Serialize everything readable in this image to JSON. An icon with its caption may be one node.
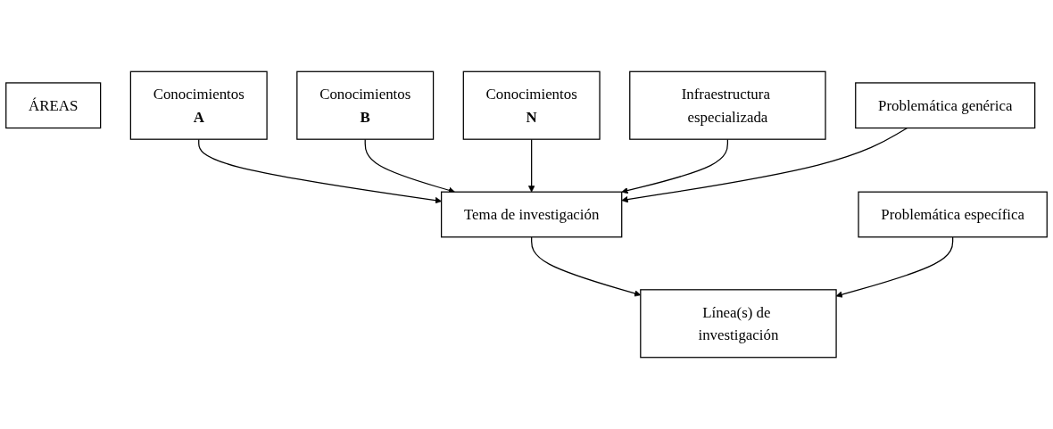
{
  "diagram": {
    "nodes": [
      {
        "text": [
          "ÁREAS"
        ]
      },
      {
        "text": [
          "Conocimientos",
          "A"
        ]
      },
      {
        "text": [
          "Conocimientos",
          "B"
        ]
      },
      {
        "text": [
          "Conocimientos",
          "N"
        ]
      },
      {
        "text": [
          "Infraestructura especializada"
        ]
      },
      {
        "text": [
          "Tema de investigación"
        ]
      },
      {
        "text": [
          "Problemática genérica"
        ]
      },
      {
        "text": [
          "Línea(s) de investigación"
        ]
      },
      {
        "text": [
          "Problemática específica"
        ]
      }
    ],
    "edges": [
      {
        "from": 1,
        "to": 5,
        "arrow": "to"
      },
      {
        "from": 2,
        "to": 5,
        "arrow": "to"
      },
      {
        "from": 3,
        "to": 5,
        "arrow": "to"
      },
      {
        "from": 4,
        "to": 5,
        "arrow": "to"
      },
      {
        "from": 6,
        "to": 5,
        "arrow": "to"
      },
      {
        "from": 5,
        "to": 7,
        "arrow": "to"
      },
      {
        "from": 8,
        "to": 7,
        "arrow": "to"
      }
    ]
  }
}
